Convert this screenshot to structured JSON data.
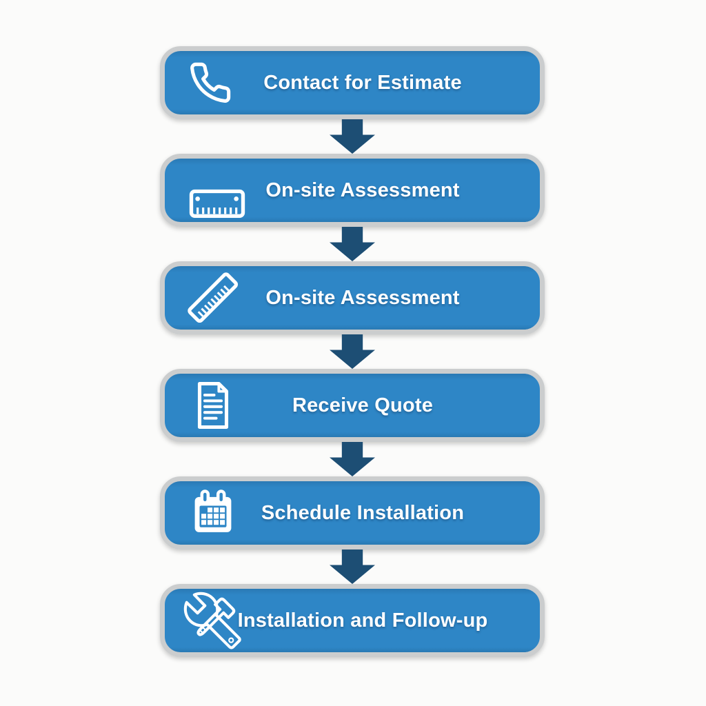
{
  "page": {
    "background_color": "#fbfbfa",
    "type": "process-flowchart"
  },
  "flow": {
    "box_fill_color": "#2e86c6",
    "box_border_color": "#cbcdce",
    "arrow_color": "#1d4e74",
    "text_color": "#ffffff",
    "steps": [
      {
        "label": "Contact for Estimate",
        "icon": "phone-icon"
      },
      {
        "label": "On-site Assessment",
        "icon": "ruler-horizontal-icon"
      },
      {
        "label": "On-site Assessment",
        "icon": "ruler-diagonal-icon"
      },
      {
        "label": "Receive Quote",
        "icon": "document-icon"
      },
      {
        "label": "Schedule Installation",
        "icon": "calendar-icon"
      },
      {
        "label": "Installation and Follow-up",
        "icon": "tools-icon"
      }
    ]
  }
}
